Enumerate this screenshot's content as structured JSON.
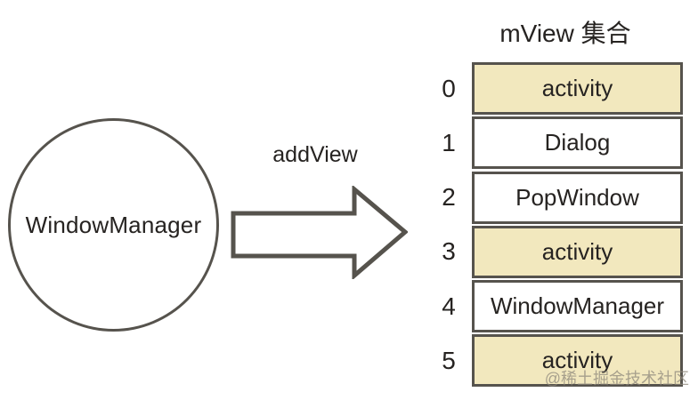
{
  "source_node": {
    "label": "WindowManager"
  },
  "arrow": {
    "label": "addView"
  },
  "list": {
    "title": "mView 集合",
    "rows": [
      {
        "index": "0",
        "label": "activity",
        "highlighted": true
      },
      {
        "index": "1",
        "label": "Dialog",
        "highlighted": false
      },
      {
        "index": "2",
        "label": "PopWindow",
        "highlighted": false
      },
      {
        "index": "3",
        "label": "activity",
        "highlighted": true
      },
      {
        "index": "4",
        "label": "WindowManager",
        "highlighted": false
      },
      {
        "index": "5",
        "label": "activity",
        "highlighted": true
      }
    ]
  },
  "watermark": "@稀土掘金技术社区",
  "colors": {
    "background": "#FFFFFF",
    "border": "#56534D",
    "highlight_fill": "#F2E8BE",
    "row_fill": "#FFFFFF",
    "text": "#262321",
    "watermark": "#8E887C"
  }
}
